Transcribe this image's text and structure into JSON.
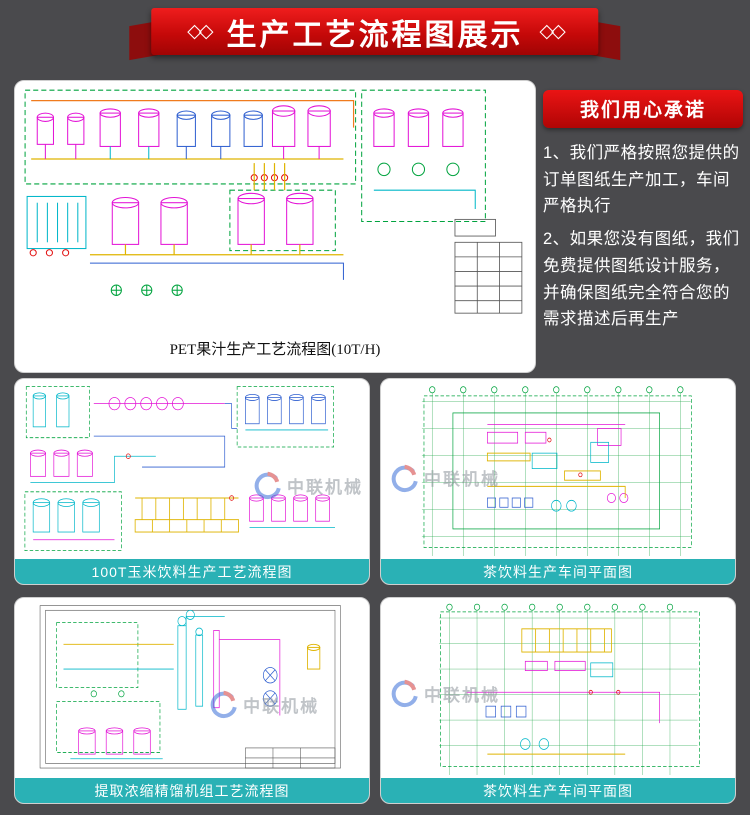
{
  "banner": {
    "left_ornament": "◇◇",
    "title": "生产工艺流程图展示",
    "right_ornament": "◇◇"
  },
  "promise": {
    "badge": "我们用心承诺",
    "paragraphs": [
      "1、我们严格按照您提供的订单图纸生产加工，车间严格执行",
      "2、如果您没有图纸，我们免费提供图纸设计服务，并确保图纸完全符合您的需求描述后再生产"
    ]
  },
  "cards": {
    "main": {
      "caption": "PET果汁生产工艺流程图(10T/H)"
    },
    "grid": [
      {
        "caption": "100T玉米饮料生产工艺流程图"
      },
      {
        "caption": "茶饮料生产车间平面图"
      },
      {
        "caption": "提取浓缩精馏机组工艺流程图"
      },
      {
        "caption": "茶饮料生产车间平面图"
      }
    ]
  },
  "watermark": {
    "text": "中联机械"
  },
  "colors": {
    "background": "#4a4a4d",
    "banner_red": "#c60909",
    "badge_red": "#d40f0f",
    "caption_teal": "#2ab1b5"
  }
}
